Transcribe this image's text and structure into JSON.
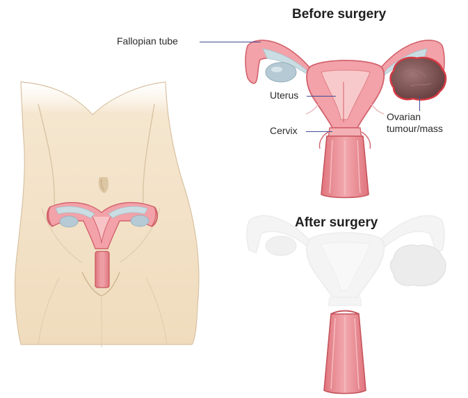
{
  "headings": {
    "before": "Before surgery",
    "after": "After surgery"
  },
  "labels": {
    "fallopian_tube": "Fallopian tube",
    "uterus": "Uterus",
    "cervix": "Cervix",
    "ovarian_line1": "Ovarian",
    "ovarian_line2": "tumour/mass"
  },
  "colors": {
    "skin": "#f3e3c9",
    "skin_shade": "#d9c19f",
    "pink": "#f0a5aa",
    "pink_dark": "#d2616b",
    "ovary": "#b5cad4",
    "tumour": "#7b5150",
    "leader": "#3f4a95",
    "removed": "#e9e9e9"
  }
}
